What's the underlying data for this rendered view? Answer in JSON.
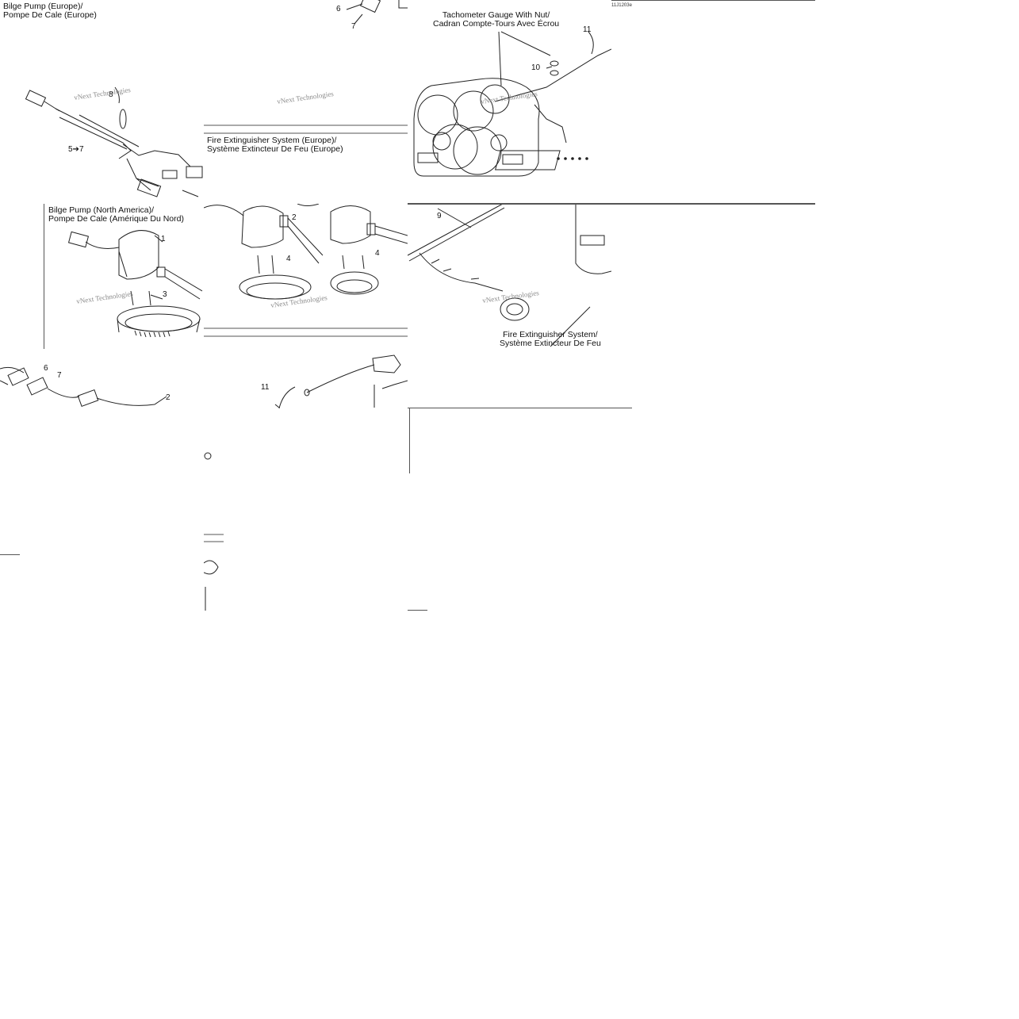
{
  "labels": {
    "bilge_eu": [
      "Bilge Pump (Europe)/",
      "Pompe De Cale (Europe)"
    ],
    "bilge_na": [
      "Bilge Pump (North America)/",
      "Pompe De Cale (Amérique Du Nord)"
    ],
    "fire_eu": [
      "Fire Extinguisher System (Europe)/",
      "Système Extincteur De Feu (Europe)"
    ],
    "tach": [
      "Tachometer Gauge With Nut/",
      "Cadran Compte-Tours Avec Écrou"
    ],
    "fire": [
      "Fire Extinguisher System/",
      "Système Extincteur De Feu"
    ]
  },
  "watermark": "vNext Technologies",
  "drawing_code": "11J1203e",
  "callouts": {
    "n1": "1",
    "n2": "2",
    "n3": "3",
    "n4": "4",
    "n57": "5➔7",
    "n6": "6",
    "n7": "7",
    "n8": "8",
    "n9": "9",
    "n10": "10",
    "n11": "11"
  }
}
